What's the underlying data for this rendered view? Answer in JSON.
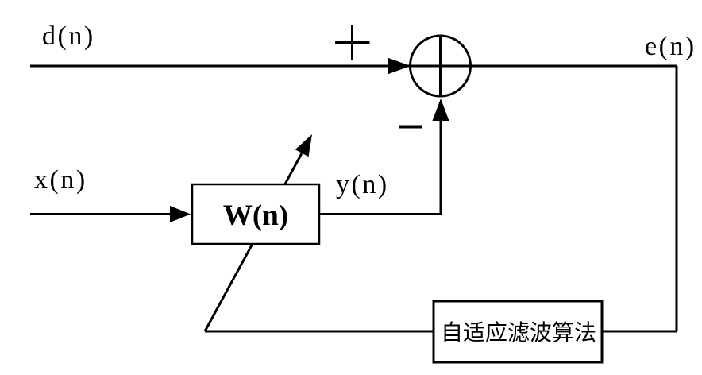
{
  "diagram": {
    "type": "adaptive-filter-block-diagram",
    "signals": {
      "desired": "d(n)",
      "input": "x(n)",
      "filter_output": "y(n)",
      "error": "e(n)"
    },
    "signs": {
      "plus": "+",
      "minus": "−"
    },
    "blocks": {
      "filter_label": "W(n)",
      "algorithm_label": "自适应滤波算法"
    },
    "colors": {
      "line": "#000000",
      "background": "#ffffff"
    }
  }
}
